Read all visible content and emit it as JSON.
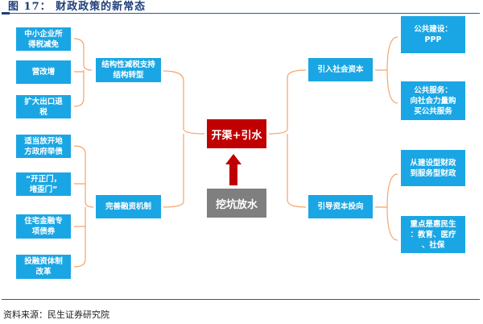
{
  "title": "图 17：  财政政策的新常态",
  "source": "资料来源：民生证券研究院",
  "center": {
    "top": "开渠+引水",
    "bottom": "挖坑放水"
  },
  "left": {
    "groups": [
      {
        "label": "结构性减税支持\n结构转型",
        "items": [
          "中小企业所\n得税减免",
          "营改增",
          "扩大出口退\n税"
        ]
      },
      {
        "label": "完善融资机制",
        "items": [
          "适当放开地\n方政府举债",
          "“开正门，\n堵歪门”",
          "住宅金融专\n项债券",
          "投融资体制\n改革"
        ]
      }
    ]
  },
  "right": {
    "groups": [
      {
        "label": "引入社会资本",
        "items": [
          "公共建设：\nPPP",
          "公共服务：\n向社会力量购\n买公共服务"
        ]
      },
      {
        "label": "引导资本投向",
        "items": [
          "从建设型财政\n到服务型财政",
          "重点是惠民生\n：教育、医疗\n、社保"
        ]
      }
    ]
  },
  "colors": {
    "box": "#1aa6e4",
    "center": "#c00000",
    "base": "#7f7f7f",
    "connector": "#f4a46a"
  }
}
